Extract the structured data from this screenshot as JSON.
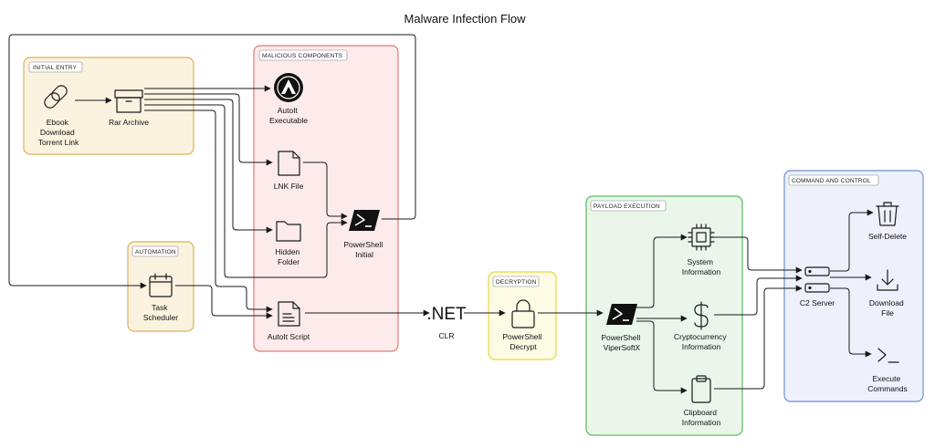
{
  "title": "Malware Infection Flow",
  "groups": {
    "initial_entry": "INITIAL ENTRY",
    "malicious_components": "MALICIOUS COMPONENTS",
    "automation": "AUTOMATION",
    "decryption": "DECRYPTION",
    "payload_execution": "PAYLOAD EXECUTION",
    "command_and_control": "COMMAND AND CONTROL"
  },
  "nodes": {
    "ebook": [
      "Ebook",
      "Download",
      "Torrent Link"
    ],
    "rar": [
      "Rar Archive"
    ],
    "autoit_exe": [
      "AutoIt",
      "Executable"
    ],
    "lnk": [
      "LNK File"
    ],
    "hidden": [
      "Hidden",
      "Folder"
    ],
    "ps_initial": [
      "PowerShell",
      "Initial"
    ],
    "task": [
      "Task",
      "Scheduler"
    ],
    "autoit_script": [
      "AutoIt Script"
    ],
    "dotnet": {
      "glyph": ".NET",
      "label": "CLR"
    },
    "ps_decrypt": [
      "PowerShell",
      "Decrypt"
    ],
    "ps_vsx": [
      "PowerShell",
      "ViperSoftX"
    ],
    "sysinfo": [
      "System",
      "Information"
    ],
    "crypto": [
      "Cryptocurrency",
      "Information"
    ],
    "clipboard": [
      "Clipboard",
      "Information"
    ],
    "c2": [
      "C2 Server"
    ],
    "self_delete": [
      "Self-Delete"
    ],
    "download": [
      "Download",
      "File"
    ],
    "execute": [
      "Execute",
      "Commands"
    ]
  },
  "colors": {
    "initial_entry": "#d9b35a",
    "malicious_components": "#e07a7a",
    "automation": "#d9b35a",
    "decryption": "#e6d840",
    "payload_execution": "#5fb85f",
    "command_and_control": "#6f8fd0"
  },
  "icons": {
    "ebook": "link-icon",
    "rar": "archive-box-icon",
    "autoit_exe": "autoit-logo-icon",
    "lnk": "file-icon",
    "hidden": "folder-icon",
    "ps_initial": "powershell-icon",
    "task": "calendar-icon",
    "autoit_script": "script-file-icon",
    "ps_decrypt": "lock-icon",
    "ps_vsx": "powershell-icon",
    "sysinfo": "cpu-chip-icon",
    "crypto": "dollar-icon",
    "clipboard": "clipboard-icon",
    "c2": "server-icon",
    "self_delete": "trash-icon",
    "download": "download-icon",
    "execute": "terminal-prompt-icon"
  }
}
